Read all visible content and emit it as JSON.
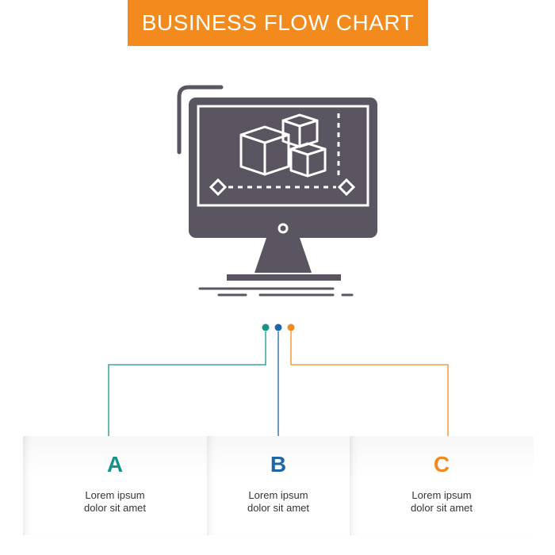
{
  "header": {
    "title": "BUSINESS FLOW CHART"
  },
  "colors": {
    "banner": "#f28a1e",
    "icon": "#5a5560",
    "teal": "#14958a",
    "blue": "#1d67a8",
    "orange": "#f28a1e"
  },
  "hero": {
    "icon": "computer-monitor-3d-cubes-icon"
  },
  "steps": [
    {
      "letter": "A",
      "line1": "Lorem ipsum",
      "line2": "dolor sit amet",
      "color": "#14958a"
    },
    {
      "letter": "B",
      "line1": "Lorem ipsum",
      "line2": "dolor sit amet",
      "color": "#1d67a8"
    },
    {
      "letter": "C",
      "line1": "Lorem ipsum",
      "line2": "dolor sit amet",
      "color": "#f28a1e"
    }
  ]
}
